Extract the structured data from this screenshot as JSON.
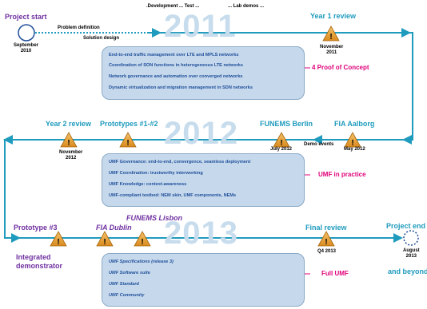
{
  "top_notes": {
    "development": ".Development ... Test ...",
    "lab_demos": "... Lab demos ..."
  },
  "row1": {
    "project_start": "Project start",
    "start_date": "September\n2010",
    "problem_definition": "Problem definition",
    "solution_design": "Solution design",
    "year": "2011",
    "year1_review": "Year 1 review",
    "year1_date": "November\n2011",
    "items": [
      "End-to-end traffic management over LTE and MPLS networks",
      "Coordination of SON functions in heterogeneous LTE networks",
      "Network governance and automation over converged networks",
      "Dynamic virtualization and migration management in SDN networks"
    ],
    "outcome": "4 Proof of Concept"
  },
  "row2": {
    "year2_review": "Year 2 review",
    "year2_date": "November\n2012",
    "prototypes": "Prototypes #1-#2",
    "year": "2012",
    "funems_berlin": "FUNEMS Berlin",
    "berlin_date": "July 2012",
    "demo_events": "Demo events",
    "fia_aalborg": "FIA Aalborg",
    "aalborg_date": "May 2012",
    "items": [
      "UMF Governance: end-to-end, convergence, seamless deployment",
      "UMF Coordination: trustworthy interworking",
      "UMF Knowledge: context-awareness",
      "UMF-compliant testbed: NEM skin, UMF components, NEMs"
    ],
    "outcome": "UMF in practice"
  },
  "row3": {
    "prototype3": "Prototype #3",
    "fia_dublin": "FIA Dublin",
    "funems_lisbon": "FUNEMS Lisbon",
    "year": "2013",
    "integrated_demonstrator": "Integrated\ndemonstrator",
    "final_review": "Final review",
    "final_date": "Q4 2013",
    "project_end": "Project end",
    "end_date": "August\n2013",
    "and_beyond": "and beyond",
    "items": [
      "UMF Specifications (release 3)",
      "UMF Software suite",
      "UMF Standard",
      "UMF Community"
    ],
    "outcome": "Full UMF"
  },
  "colors": {
    "timeline": "#1f9bbd",
    "milestone_purple": "#7030a0",
    "warning_fill": "#e9a23b",
    "box_fill": "#c6d9ec",
    "outcome": "#e0007a"
  },
  "icons": {
    "milestone": "warning-triangle-icon",
    "start": "hollow-circle-icon",
    "end": "dashed-circle-icon"
  }
}
